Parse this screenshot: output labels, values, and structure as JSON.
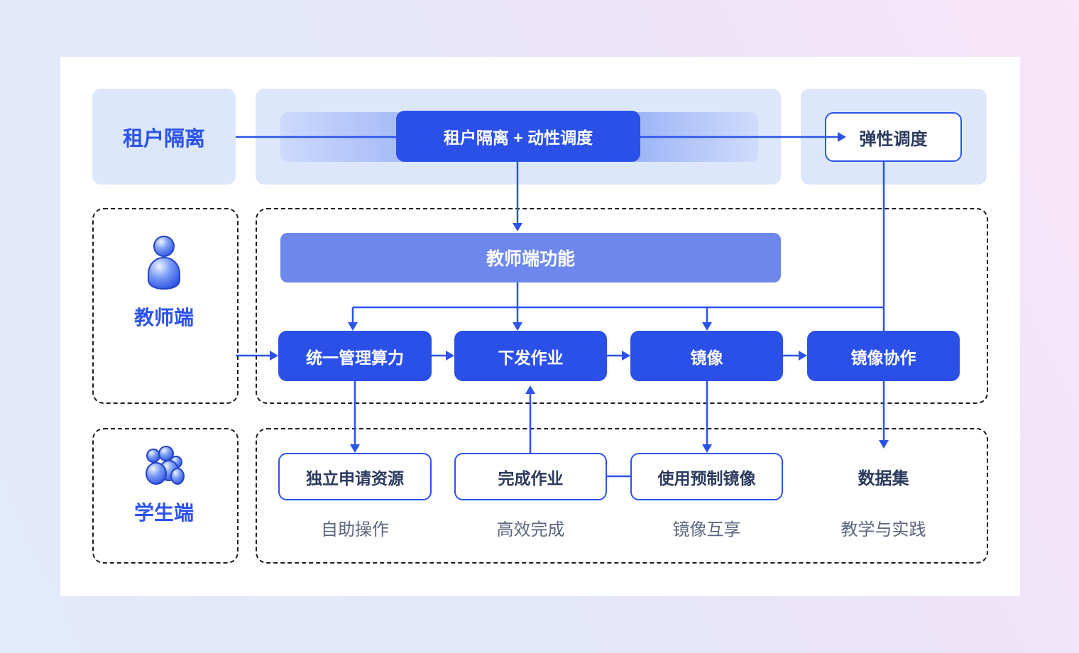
{
  "palette": {
    "accent_blue": "#2b53ea",
    "button_blue": "#2b50e8",
    "bar_blue": "#6d87ec",
    "panel_light_blue": "#dde7fb",
    "text_navy": "#2b3a5e",
    "text_gray": "#5b6680",
    "dashed_border": "#1d1d1d"
  },
  "top_row": {
    "left_label": "租户隔离",
    "main_button": "租户隔离 + 动性调度",
    "elastic_box": "弹性调度"
  },
  "teacher_section": {
    "actor_label": "教师端",
    "actor_icon": "teacher-person-icon",
    "function_bar": "教师端功能",
    "buttons": [
      "统一管理算力",
      "下发作业",
      "镜像",
      "镜像协作"
    ]
  },
  "student_section": {
    "actor_label": "学生端",
    "actor_icon": "students-group-icon",
    "items": [
      {
        "box": "独立申请资源",
        "caption": "自助操作"
      },
      {
        "box": "完成作业",
        "caption": "高效完成"
      },
      {
        "box": "使用预制镜像",
        "caption": "镜像互享"
      },
      {
        "box": "数据集",
        "caption": "教学与实践"
      }
    ]
  }
}
